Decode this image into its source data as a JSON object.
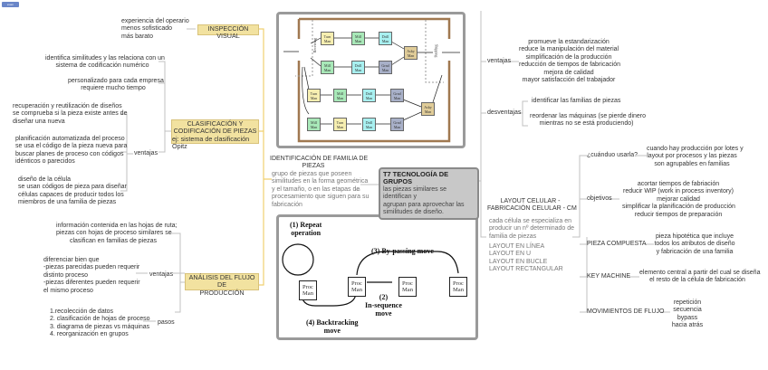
{
  "logo": "exam",
  "left": {
    "inspeccion": {
      "title": "INSPECCIÓN VISUAL",
      "items": [
        "experiencia del operario",
        "menos sofisticado",
        "más barato"
      ]
    },
    "clasificacion": {
      "title_lines": [
        "CLASIFICACIÓN Y",
        "CODIFICACIÓN DE PIEZAS"
      ],
      "subtitle": "ej: sistema de clasificación Opitz",
      "items": [
        [
          "identifica similitudes y las relaciona con un",
          "sistema de codificación numérico"
        ],
        [
          "personalizado para cada empresa",
          "requiere mucho tiempo"
        ]
      ],
      "ventajas_label": "ventajas",
      "ventajas": [
        [
          "recuperación y reutilización de diseños",
          "se comprueba si la pieza existe antes de",
          "diseñar una nueva"
        ],
        [
          "planificación automatizada del proceso",
          "se usa el código de la pieza nueva para",
          "buscar planes de proceso con códigos",
          "idénticos o parecidos"
        ],
        [
          "diseño de la célula",
          "se usan códigos de pieza para diseñar",
          "células capaces de producir todos los",
          "miembros de una familia de piezas"
        ]
      ]
    },
    "analisis": {
      "title_lines": [
        "ANÁLISIS DEL FLUJO DE",
        "PRODUCCIÓN"
      ],
      "info": [
        "información contenida en las hojas de ruta;",
        "piezas con hojas de proceso similares se",
        "clasifican en familias de piezas"
      ],
      "ventajas_label": "ventajas",
      "ventajas": [
        "diferenciar bien que",
        "-piezas parecidas pueden requerir",
        "distinto proceso",
        "-piezas diferentes pueden requerir",
        "el mismo proceso"
      ],
      "pasos_label": "pasos",
      "pasos": [
        "1.recolección de datos",
        "2. clasificación de hojas de proceso",
        "3. diagrama de piezas vs máquinas",
        "4. reorganización en grupos"
      ]
    }
  },
  "center": {
    "identificacion": {
      "title_lines": [
        "IDENTIFICACIÓN DE FAMILIA DE",
        "PIEZAS"
      ],
      "body": [
        "grupo de piezas que poseen",
        "similitudes en la forma geométrica",
        "y el tamaño, o en las etapas de",
        "procesamiento que siguen para su",
        "fabricación"
      ]
    },
    "t7": {
      "title": "T7 TECNOLOGÍA DE GRUPOS",
      "body": [
        "las piezas similares se identifican y",
        "agrupan para aprovechar las",
        "similitudes de diseño."
      ]
    },
    "cell_diagram": {
      "receiving": "Receiving",
      "shipping": "Shipping",
      "turn": "Turn Man",
      "mill": "Mill Man",
      "drill": "Drill Man",
      "grnd": "Grnd Man",
      "asby": "Asby Man"
    },
    "flow_diagram": {
      "repeat": [
        "(1) Repeat",
        "operation"
      ],
      "bypass": "(3) By-passing move",
      "insequence": [
        "(2)",
        "In-sequence",
        "move"
      ],
      "backtracking": [
        "(4) Backtracking",
        "move"
      ],
      "proc": "Proc Man"
    }
  },
  "right": {
    "ventajas_label": "ventajas",
    "ventajas": [
      "promueve la estandarización",
      "reduce la manipulación del material",
      "simplificación de la producción",
      "reducción de tiempos de fabricación",
      "mejora de calidad",
      "mayor satisfacción del trabajador"
    ],
    "desventajas_label": "desventajas",
    "desventajas": [
      [
        "identificar las familias de piezas"
      ],
      [
        "reordenar las máquinas  (se pierde dinero",
        "mientras no se está produciendo)"
      ]
    ],
    "layout": {
      "title_lines": [
        "LAYOUT CELULAR -",
        "FABRICACIÓN CELULAR - CM"
      ],
      "body": [
        "cada célula se especializa en",
        "producir un nº determinado de",
        "familia de piezas"
      ],
      "types": [
        "LAYOUT EN LÍNEA",
        "LAYOUT EN U",
        "LAYOUT EN BUCLE",
        "LAYOUT RECTANGULAR"
      ]
    },
    "branches": [
      {
        "label": "¿cuánduo usarla?",
        "items": [
          "cuando hay producción por lotes y",
          "layout por procesos y las piezas",
          "son agrupables en familias"
        ]
      },
      {
        "label": "objetivos",
        "items": [
          "acortar tiempos de fabriación",
          "reducir WIP (work in process inventory)",
          "mejorar calidad",
          "simplificar la planificación de producción",
          "reducir tiempos de preparación"
        ]
      },
      {
        "label": "PIEZA COMPUESTA",
        "items": [
          "pieza hipotética que incluye",
          "todos los atributos de diseño",
          "y fabricación de una familia"
        ]
      },
      {
        "label": "KEY MACHINE",
        "items": [
          "elemento central a partir del cual se diseña",
          "el resto de la célula de fabricación"
        ]
      },
      {
        "label": "MOVIMIENTOS DE FLUJO",
        "items": [
          "repetición",
          "secuencia",
          "bypass",
          "hacia atrás"
        ]
      }
    ]
  },
  "colors": {
    "main_node": "#f2e2a0",
    "main_line": "#f0d070",
    "t7_node": "#c8c8c8",
    "connector": "#b8b8b8"
  }
}
